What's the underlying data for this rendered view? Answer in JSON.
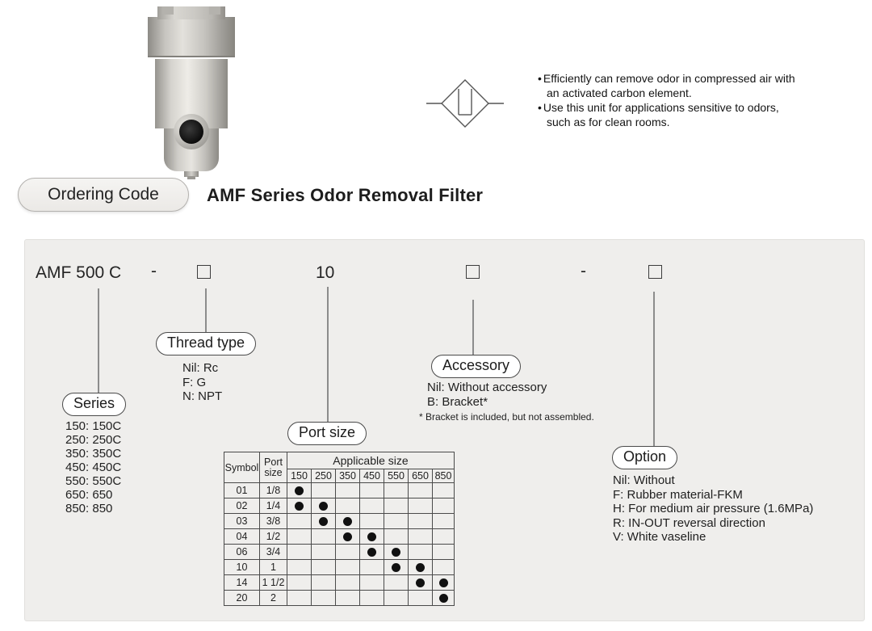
{
  "header": {
    "badge": "Ordering Code",
    "title": "AMF Series Odor Removal Filter"
  },
  "features": {
    "bullets": [
      {
        "lines": [
          "Efficiently can remove odor in compressed air with",
          "an activated carbon element."
        ]
      },
      {
        "lines": [
          "Use this unit for applications sensitive to odors,",
          "such as for clean rooms."
        ]
      }
    ]
  },
  "ordering_code": {
    "base": "AMF 500 C",
    "dash1": "-",
    "port_code": "10",
    "dash2": "-"
  },
  "sections": {
    "series": {
      "label": "Series",
      "options": [
        "150: 150C",
        "250: 250C",
        "350: 350C",
        "450: 450C",
        "550: 550C",
        "650: 650",
        "850: 850"
      ]
    },
    "thread_type": {
      "label": "Thread type",
      "options": [
        "Nil: Rc",
        "F: G",
        "N: NPT"
      ]
    },
    "port_size": {
      "label": "Port size"
    },
    "accessory": {
      "label": "Accessory",
      "options": [
        "Nil: Without accessory",
        "B: Bracket*"
      ],
      "note": "* Bracket is included, but not assembled."
    },
    "option": {
      "label": "Option",
      "options": [
        "Nil: Without",
        "F: Rubber material-FKM",
        "H: For medium air pressure (1.6MPa)",
        "R: IN-OUT reversal direction",
        "V: White vaseline"
      ]
    }
  },
  "port_table": {
    "headers": {
      "symbol": "Symbol",
      "port_size": "Port size",
      "applicable": "Applicable size",
      "sizes": [
        "150",
        "250",
        "350",
        "450",
        "550",
        "650",
        "850"
      ]
    },
    "rows": [
      {
        "symbol": "01",
        "port": "1/8",
        "sizes": [
          "150"
        ]
      },
      {
        "symbol": "02",
        "port": "1/4",
        "sizes": [
          "150",
          "250"
        ]
      },
      {
        "symbol": "03",
        "port": "3/8",
        "sizes": [
          "250",
          "350"
        ]
      },
      {
        "symbol": "04",
        "port": "1/2",
        "sizes": [
          "350",
          "450"
        ]
      },
      {
        "symbol": "06",
        "port": "3/4",
        "sizes": [
          "450",
          "550"
        ]
      },
      {
        "symbol": "10",
        "port": "1",
        "sizes": [
          "550",
          "650"
        ]
      },
      {
        "symbol": "14",
        "port": "1 1/2",
        "sizes": [
          "650",
          "850"
        ]
      },
      {
        "symbol": "20",
        "port": "2",
        "sizes": [
          "850"
        ]
      }
    ]
  },
  "colors": {
    "panel_bg": "#efeeec",
    "table_border": "#4a4a4a",
    "connector_line": "#8c8c8c",
    "dot": "#111111"
  }
}
